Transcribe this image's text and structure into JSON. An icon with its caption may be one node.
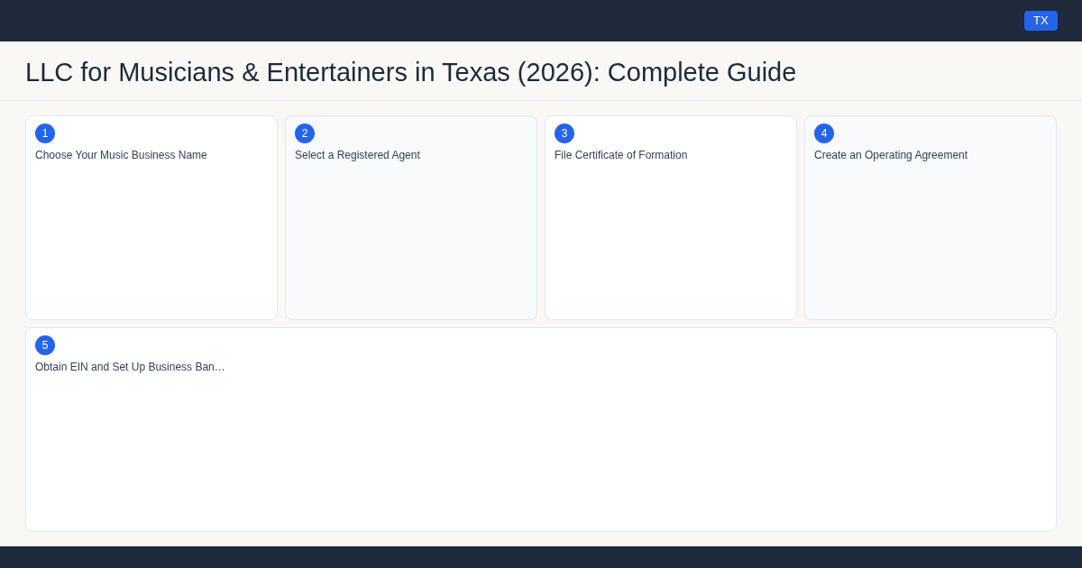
{
  "diagram": {
    "title": "LLC for Musicians & Entertainers in Texas (2026): Complete Guide",
    "nodes": [
      {
        "text": [
          "Choose Your Music Business Name"
        ]
      },
      {
        "text": [
          "1"
        ],
        "in": 0
      },
      {
        "text": [
          "Select a Registered Agent"
        ]
      },
      {
        "text": [
          "2"
        ],
        "in": 2
      },
      {
        "text": [
          "File Certificate of Formation"
        ]
      },
      {
        "text": [
          "3"
        ],
        "in": 4
      },
      {
        "text": [
          "Create an Operating Agreement"
        ]
      },
      {
        "text": [
          "4"
        ],
        "in": 6
      },
      {
        "text": [
          "Obtain EIN and Set Up Business Ban…"
        ]
      },
      {
        "text": [
          "5"
        ],
        "in": 8
      }
    ],
    "edges": [],
    "labels": [
      "TX"
    ]
  }
}
